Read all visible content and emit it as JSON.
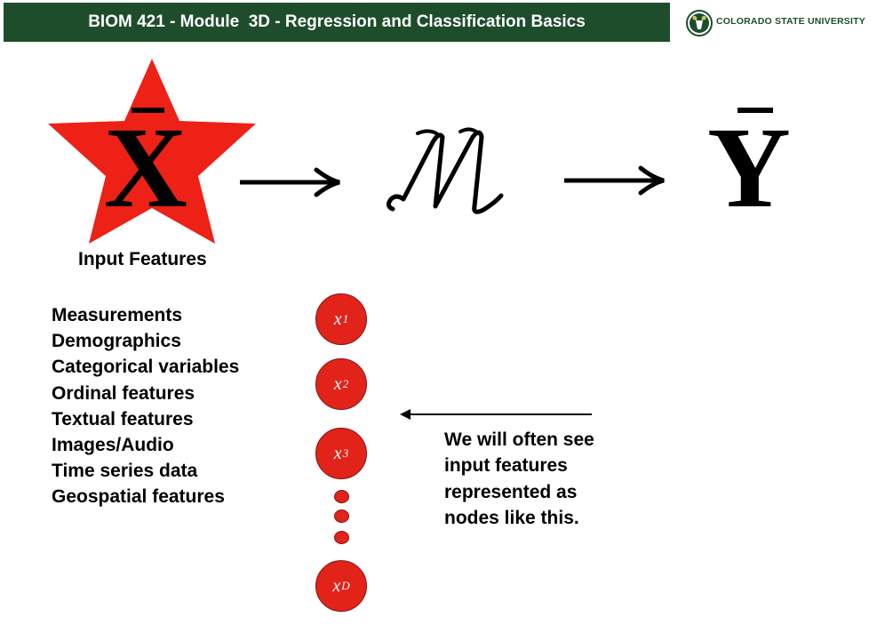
{
  "header": {
    "title": "BIOM 421 - Module  3D - Regression and Classification Basics",
    "bg_color": "#1e4d2b"
  },
  "logo": {
    "text": "COLORADO STATE UNIVERSITY",
    "icon": "ram-head-logo"
  },
  "diagram": {
    "input_symbol": "X",
    "model_symbol": "𝓜",
    "output_symbol": "Y",
    "star_color": "#ed2115",
    "input_caption": "Input Features"
  },
  "features": [
    "Measurements",
    "Demographics",
    "Categorical variables",
    "Ordinal features",
    "Textual features",
    "Images/Audio",
    "Time series data",
    "Geospatial features"
  ],
  "nodes": [
    {
      "var": "x",
      "sub": "1"
    },
    {
      "var": "x",
      "sub": "2"
    },
    {
      "var": "x",
      "sub": "3"
    },
    {
      "var": "x",
      "sub": "D"
    }
  ],
  "note": {
    "lines": [
      "We will often see",
      "input features",
      "represented as",
      "nodes like this."
    ]
  },
  "node_color": "#e2231a"
}
